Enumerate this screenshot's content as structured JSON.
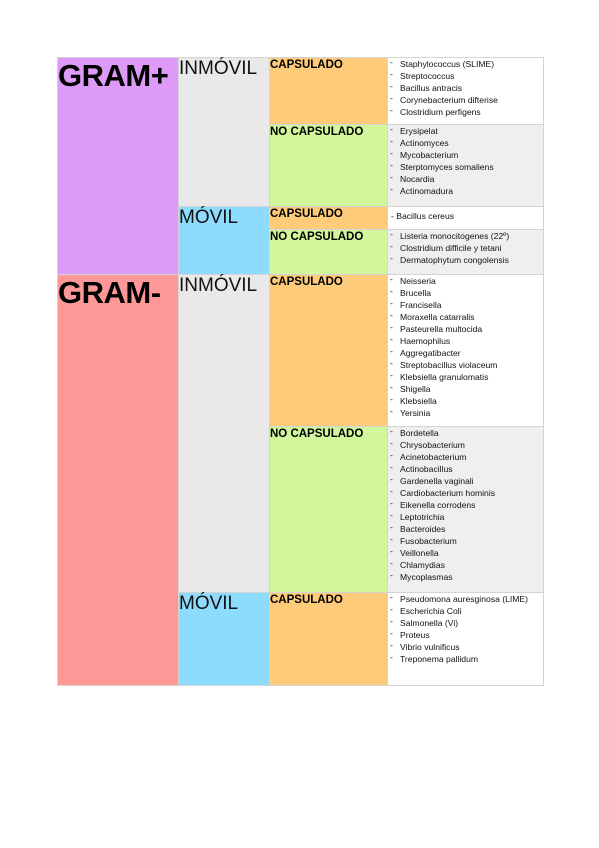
{
  "gram_pos": {
    "label": "GRAM+",
    "inmovil": {
      "label": "INMÓVIL",
      "capsulado": {
        "label": "CAPSULADO",
        "items": [
          "Staphylococcus (SLIME)",
          "Streptococcus",
          "Bacillus antracis",
          "Corynebacterium difterise",
          "Clostridium perfigens"
        ]
      },
      "no_capsulado": {
        "label": "NO CAPSULADO",
        "items": [
          "Erysipelat",
          "Actinomyces",
          "Mycobacterium",
          "Sterptomyces somaliens",
          "Nocardia",
          "Actinomadura"
        ]
      }
    },
    "movil": {
      "label": "MÓVIL",
      "capsulado": {
        "label": "CAPSULADO",
        "items_text": "- Bacillus cereus"
      },
      "no_capsulado": {
        "label": "NO CAPSULADO",
        "items": [
          "Listeria monocitogenes (22º)",
          "Clostridium difficile y tetani",
          "Dermatophytum congolensis"
        ]
      }
    }
  },
  "gram_neg": {
    "label": "GRAM-",
    "inmovil": {
      "label": "INMÓVIL",
      "capsulado": {
        "label": "CAPSULADO",
        "items": [
          "Neisseria",
          "Brucella",
          "Francisella",
          "Moraxella catarralis",
          "Pasteurella multocida",
          "Haemophilus",
          "Aggregatibacter",
          "Streptobacillus violaceum",
          "Klebsiella granulomatis",
          "Shigella",
          "Klebsiella",
          "Yersinia"
        ]
      },
      "no_capsulado": {
        "label": "NO CAPSULADO",
        "items": [
          "Bordetella",
          "Chrysobacterium",
          "Acinetobacterium",
          "Actinobacillus",
          "Gardenella vaginali",
          "Cardiobacterium hominis",
          "Eikenella corrodens",
          "Leptotrichia",
          "Bacteroides",
          "Fusobacterium",
          "Veillonella",
          "Chlamydias",
          "Mycoplasmas"
        ]
      }
    },
    "movil": {
      "label": "MÓVIL",
      "capsulado": {
        "label": "CAPSULADO",
        "items": [
          "Pseudomona auresginosa (LIME)",
          "Escherichia Coli",
          "Salmonella (Vi)",
          "Proteus",
          "Vibrio vulnificus",
          "Treponema pallidum"
        ]
      }
    }
  },
  "colors": {
    "gram_pos": "#dd9bf7",
    "gram_neg": "#fd9896",
    "inmovil": "#e9e9e9",
    "movil": "#8edcfd",
    "capsulado": "#fdcb7a",
    "no_capsulado": "#d1f69b"
  }
}
